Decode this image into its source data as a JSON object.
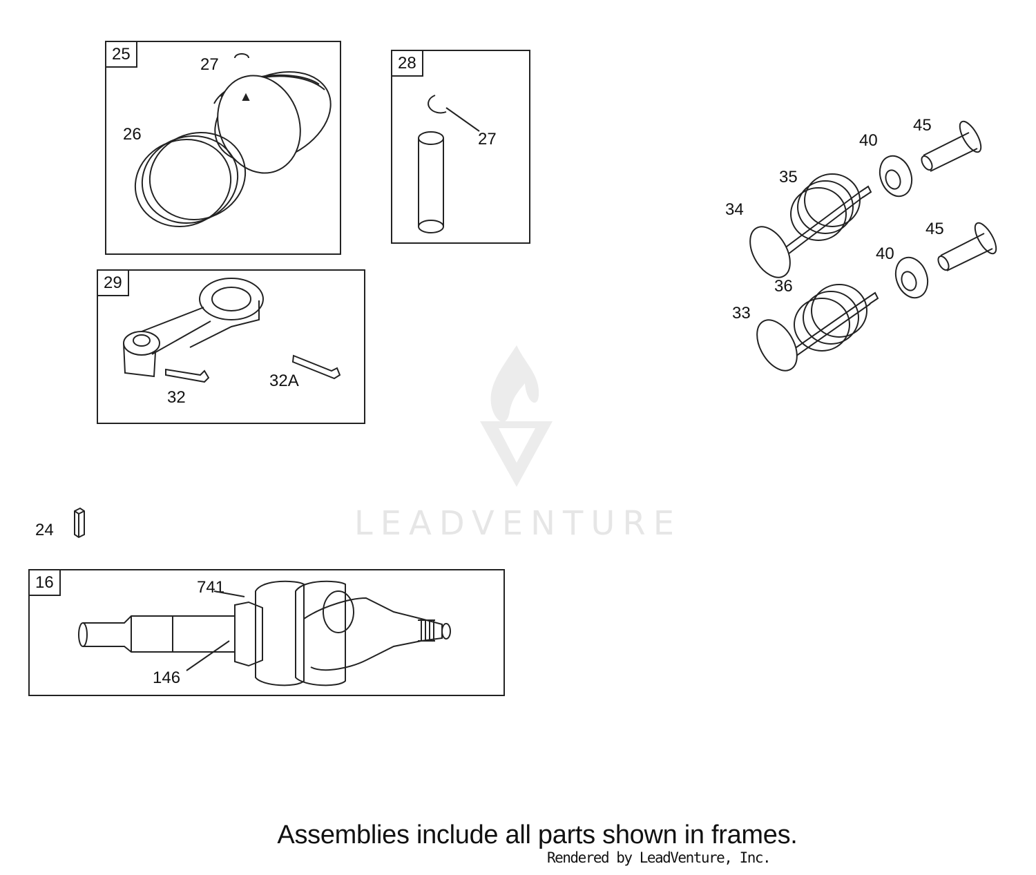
{
  "frames": {
    "piston_assembly": {
      "number": "25",
      "callouts": {
        "retainer": "27",
        "rings": "26"
      }
    },
    "pin_kit": {
      "number": "28",
      "callouts": {
        "retainer": "27"
      }
    },
    "connecting_rod": {
      "number": "29",
      "callouts": {
        "bolt": "32",
        "bolt_alt": "32A"
      }
    },
    "crankshaft": {
      "number": "16",
      "callouts": {
        "gear": "741",
        "gear_teeth": "146"
      }
    }
  },
  "valve_train": {
    "callouts": {
      "intake_valve": "34",
      "intake_spring": "35",
      "intake_retainer": "40",
      "intake_tappet": "45",
      "exhaust_valve": "33",
      "exhaust_spring": "36",
      "exhaust_retainer": "40",
      "exhaust_tappet": "45"
    }
  },
  "loose_parts": {
    "key": "24"
  },
  "watermark": {
    "text": "LEADVENTURE"
  },
  "caption": "Assemblies include all parts shown in frames.",
  "rendered_by": "Rendered by LeadVenture, Inc.",
  "colors": {
    "line": "#222222",
    "watermark": "#e6e6e6"
  }
}
